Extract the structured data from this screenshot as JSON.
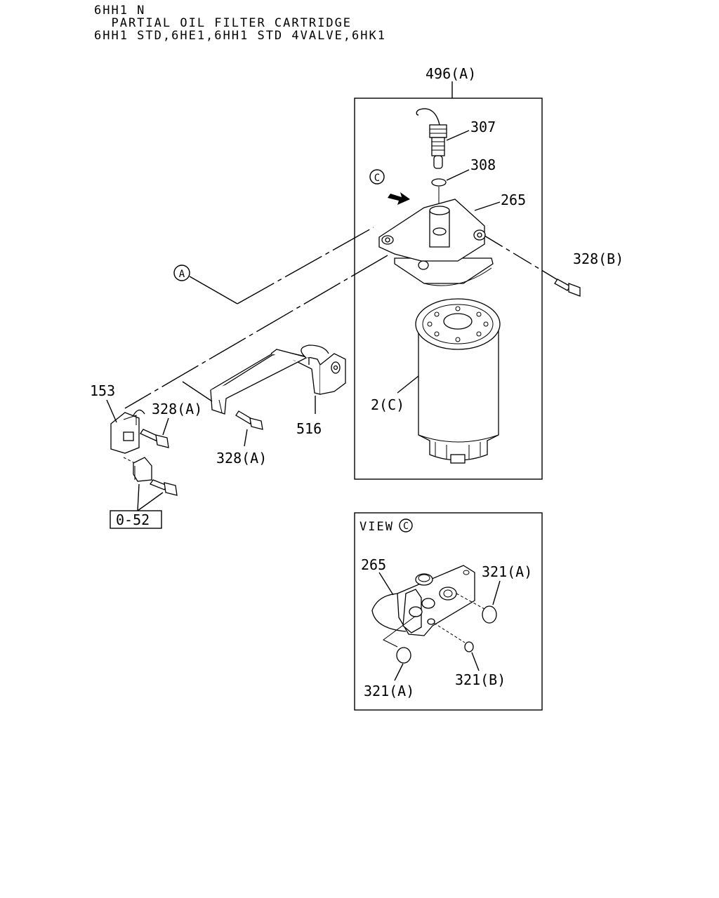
{
  "header": {
    "line1": "6HH1 N",
    "line2": "  PARTIAL OIL FILTER CARTRIDGE",
    "line3": "6HH1 STD,6HE1,6HH1 STD 4VALVE,6HK1"
  },
  "labels": {
    "assembly": "496(A)",
    "sensor": "307",
    "oring": "308",
    "head": "265",
    "bolt_b": "328(B)",
    "ref_a": "A",
    "ref_c": "C",
    "cartridge": "2(C)",
    "bracket_stay": "153",
    "bolt_a1": "328(A)",
    "bolt_a2": "328(A)",
    "bracket": "516",
    "ref_box": "0-52"
  },
  "view": {
    "title": "VIEW",
    "marker": "C",
    "head": "265",
    "oring_a1": "321(A)",
    "oring_a2": "321(A)",
    "oring_b": "321(B)"
  }
}
